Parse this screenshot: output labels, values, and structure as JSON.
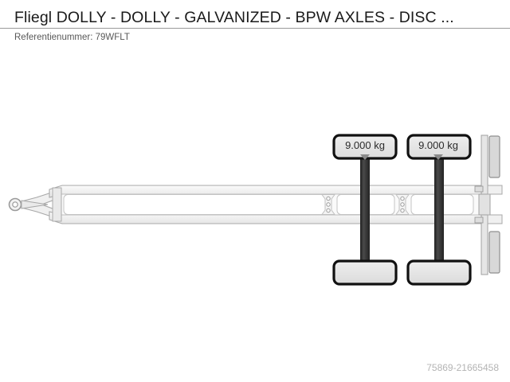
{
  "header": {
    "title": "Fliegl DOLLY - DOLLY - GALVANIZED - BPW AXLES - DISC ...",
    "reference_label": "Referentienummer: 79WFLT"
  },
  "diagram": {
    "alt_name": "trailer-side-view-schematic",
    "axle_labels": [
      {
        "text": "9.000 kg",
        "arrow": "triangle-down-icon"
      },
      {
        "text": "9.000 kg",
        "arrow": "triangle-down-icon"
      }
    ]
  },
  "watermark": {
    "id_text": "75869-21665458"
  },
  "colors": {
    "page_background": "#ffffff",
    "title_text": "#1a1a1a",
    "reference_text": "#585858",
    "divider": "#9a9a9a",
    "watermark_text": "#b4b4b4",
    "label_text": "#2b2b2b",
    "arrow_fill": "#8a8a8a",
    "chassis_fill": "#f2f2f2",
    "chassis_stroke": "#a8a8a8",
    "wheel_fill": "#e4e4e4",
    "wheel_stroke": "#111111",
    "axle_shaft": "#333333"
  }
}
